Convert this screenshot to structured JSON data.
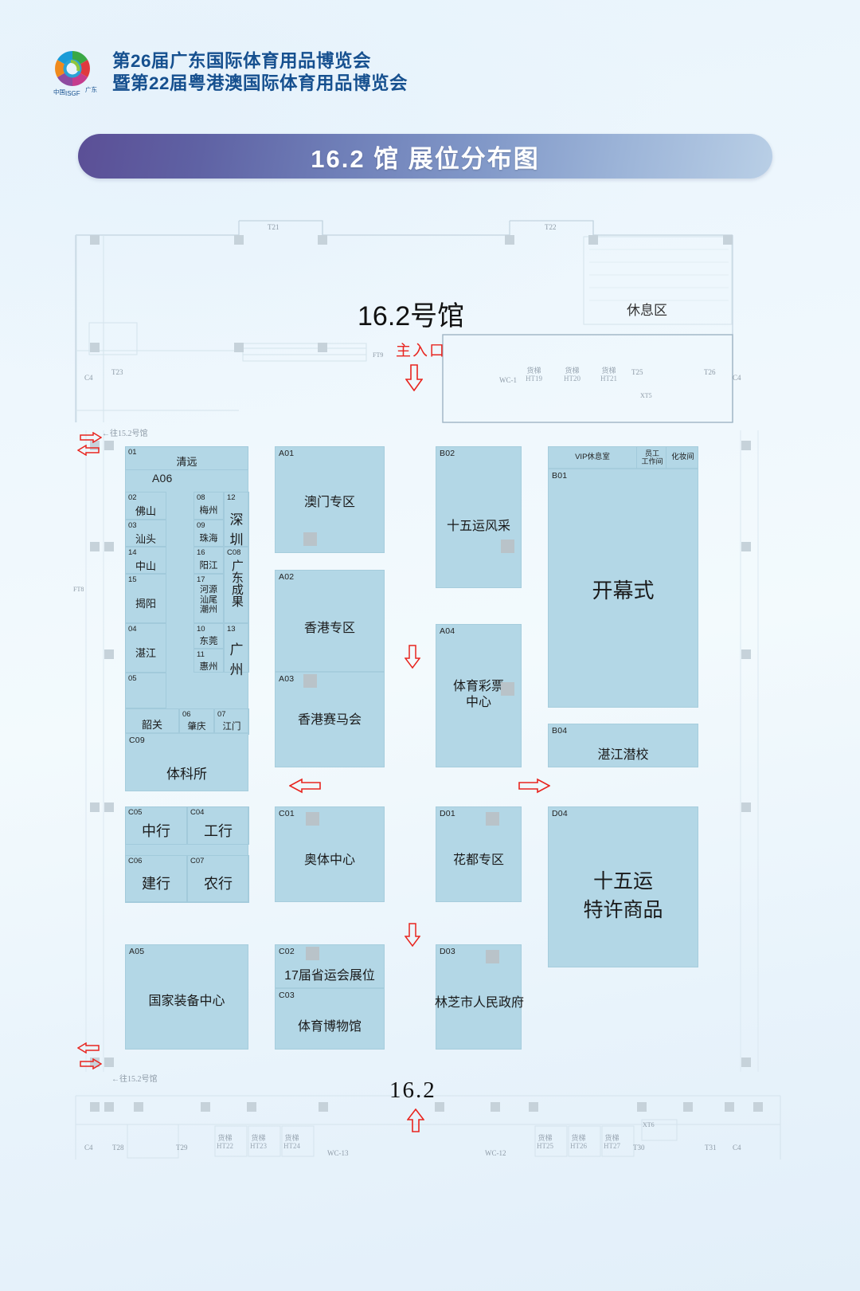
{
  "header": {
    "line1": "第26届广东国际体育用品博览会",
    "line2": "暨第22届粤港澳国际体育用品博览会",
    "logo_text_cn": "中国",
    "logo_text_en": "ISGF",
    "logo_text_gd": "广东",
    "brand_color": "#16508f"
  },
  "banner": {
    "title": "16.2 馆 展位分布图",
    "gradient_from": "#5b4f96",
    "gradient_to": "#b9cfe6"
  },
  "map": {
    "hall_name": "16.2号馆",
    "hall_number_bottom": "16.2",
    "main_entrance": "主入口",
    "rest_zone": "休息区",
    "to_hall_15_2_top": "←往15.2号馆",
    "to_hall_15_2_bottom": "←往15.2号馆",
    "booth_fill": "#b3d7e6",
    "arrow_color": "#e8251f"
  },
  "facility_labels": {
    "top_doors": [
      "T21",
      "T22"
    ],
    "left": [
      "C4",
      "T23",
      "FT8"
    ],
    "right_top": [
      "T25",
      "T26",
      "C4",
      "XT5"
    ],
    "ft9": "FT9",
    "wc1": "WC-1",
    "lifts_top": [
      {
        "cn": "货梯",
        "id": "HT19"
      },
      {
        "cn": "货梯",
        "id": "HT20"
      },
      {
        "cn": "货梯",
        "id": "HT21"
      }
    ],
    "lifts_bottom_left": [
      {
        "cn": "货梯",
        "id": "HT22"
      },
      {
        "cn": "货梯",
        "id": "HT23"
      },
      {
        "cn": "货梯",
        "id": "HT24"
      }
    ],
    "lifts_bottom_right": [
      {
        "cn": "货梯",
        "id": "HT25"
      },
      {
        "cn": "货梯",
        "id": "HT26"
      },
      {
        "cn": "货梯",
        "id": "HT27"
      }
    ],
    "bottom": [
      "C4",
      "T28",
      "T29",
      "WC-13",
      "WC-12",
      "XT6",
      "T30",
      "T31",
      "C4"
    ]
  },
  "rooms_top_right": [
    {
      "label": "VIP休息室"
    },
    {
      "label": "员工\n工作间"
    },
    {
      "label": "化妆间"
    }
  ],
  "booths": {
    "A06_block": {
      "code": "A06",
      "top_cell": {
        "n": "01",
        "t": "清远"
      },
      "col1": [
        {
          "n": "02",
          "t": "佛山"
        },
        {
          "n": "03",
          "t": "汕头"
        },
        {
          "n": "14",
          "t": "中山"
        },
        {
          "n": "15",
          "t": "揭阳"
        },
        {
          "n": "04",
          "t": "湛江"
        },
        {
          "n": "05",
          "t": ""
        }
      ],
      "col2": [
        {
          "n": "08",
          "t": "梅州"
        },
        {
          "n": "09",
          "t": "珠海"
        },
        {
          "n": "16",
          "t": "阳江"
        },
        {
          "n": "17",
          "t": "河源\n汕尾\n潮州"
        },
        {
          "n": "10",
          "t": "东莞"
        },
        {
          "n": "11",
          "t": "惠州"
        }
      ],
      "col3": [
        {
          "n": "12",
          "t": "深圳"
        },
        {
          "n": "C08",
          "t": "广东成果"
        },
        {
          "n": "13",
          "t": "广州"
        }
      ],
      "bottom_row": [
        {
          "n": "",
          "t": "韶关"
        },
        {
          "n": "06",
          "t": "肇庆"
        },
        {
          "n": "07",
          "t": "江门"
        }
      ]
    },
    "C09": {
      "code": "C09",
      "name": "体科所"
    },
    "A01": {
      "code": "A01",
      "name": "澳门专区"
    },
    "A02": {
      "code": "A02",
      "name": "香港专区"
    },
    "A03": {
      "code": "A03",
      "name": "香港赛马会"
    },
    "B02": {
      "code": "B02",
      "name": "十五运风采"
    },
    "A04": {
      "code": "A04",
      "name": "体育彩票\n中心"
    },
    "B01": {
      "code": "B01",
      "name": "开幕式"
    },
    "B04": {
      "code": "B04",
      "name": "湛江潜校"
    },
    "C05": {
      "code": "C05",
      "name": "中行"
    },
    "C04": {
      "code": "C04",
      "name": "工行"
    },
    "C06": {
      "code": "C06",
      "name": "建行"
    },
    "C07": {
      "code": "C07",
      "name": "农行"
    },
    "C01": {
      "code": "C01",
      "name": "奥体中心"
    },
    "D01": {
      "code": "D01",
      "name": "花都专区"
    },
    "D04": {
      "code": "D04",
      "name": "十五运\n特许商品"
    },
    "A05": {
      "code": "A05",
      "name": "国家装备中心"
    },
    "C02": {
      "code": "C02",
      "name": "17届省运会展位"
    },
    "C03": {
      "code": "C03",
      "name": "体育博物馆"
    },
    "D03": {
      "code": "D03",
      "name": "林芝市人民政府"
    }
  }
}
